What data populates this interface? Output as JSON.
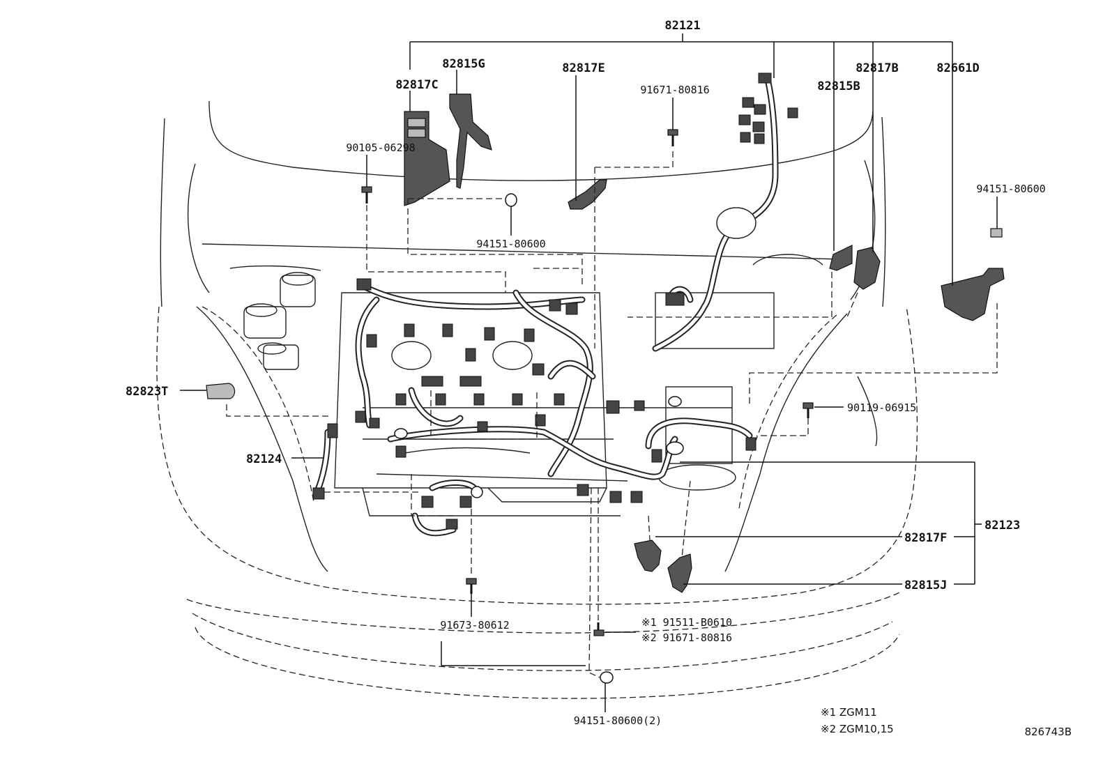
{
  "labels": {
    "p82121": "82121",
    "p82815G": "82815G",
    "p82817E": "82817E",
    "p82817C": "82817C",
    "p91671_top": "91671-80816",
    "p82815B": "82815B",
    "p82817B": "82817B",
    "p82661D": "82661D",
    "p90105": "90105-06298",
    "p94151_right": "94151-80600",
    "p94151_center": "94151-80600",
    "p82823T": "82823T",
    "p90119": "90119-06915",
    "p82124": "82124",
    "p82123": "82123",
    "p82817F": "82817F",
    "p82815J": "82815J",
    "p91673": "91673-80612",
    "p91511_note": "※1 91511-B0610",
    "p91671_note": "※2 91671-80816",
    "p94151_bottom": "94151-80600(2)"
  },
  "legend": {
    "note1": "※1  ZGM11",
    "note2": "※2  ZGM10,15"
  },
  "figure_id": "826743B"
}
